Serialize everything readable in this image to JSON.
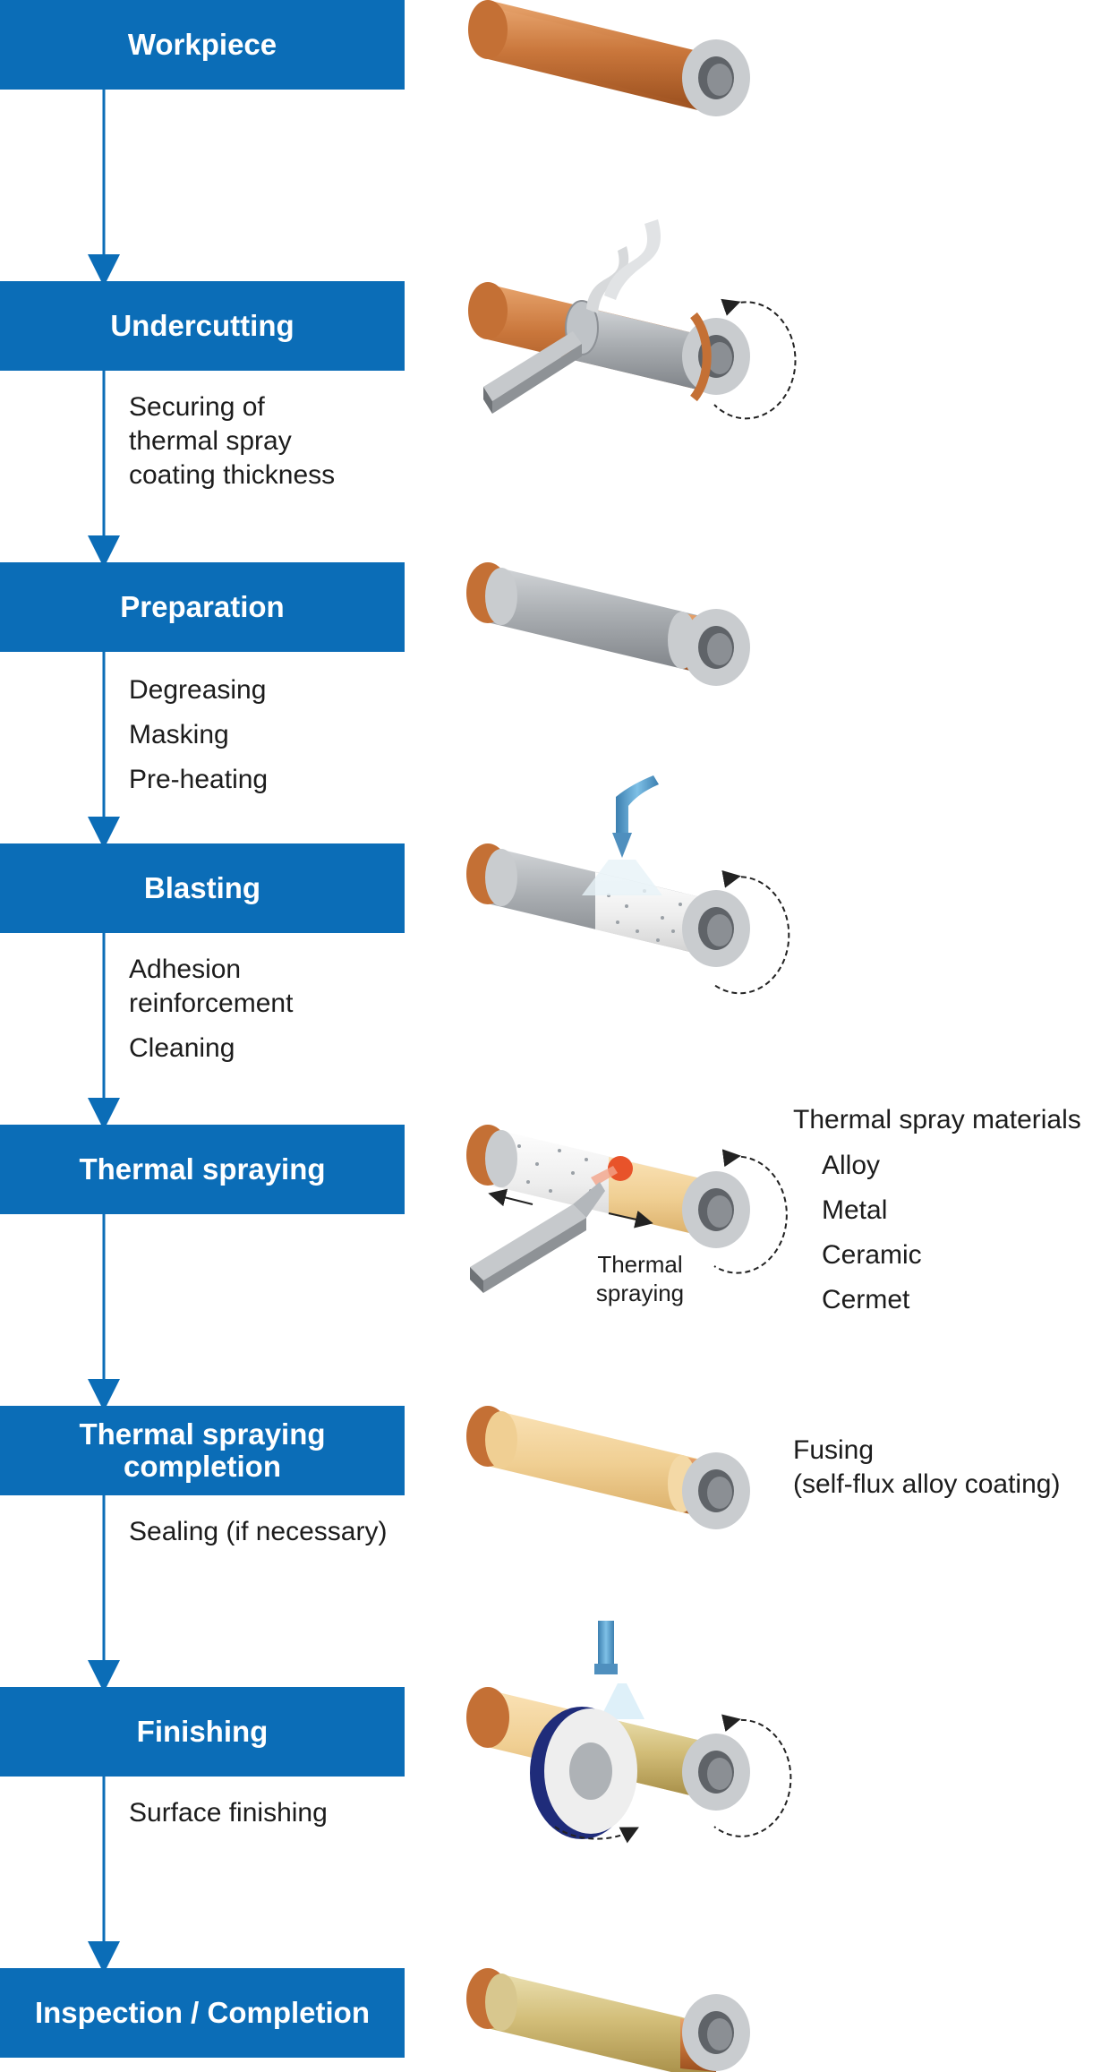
{
  "steps": [
    {
      "title": "Workpiece",
      "notes": []
    },
    {
      "title": "Undercutting",
      "notes": [
        "Securing of\nthermal spray\ncoating thickness"
      ]
    },
    {
      "title": "Preparation",
      "notes": [
        "Degreasing",
        "Masking",
        "Pre-heating"
      ]
    },
    {
      "title": "Blasting",
      "notes": [
        "Adhesion\nreinforcement",
        "Cleaning"
      ]
    },
    {
      "title": "Thermal spraying",
      "notes": []
    },
    {
      "title": "Thermal spraying\ncompletion",
      "notes": [
        "Sealing (if necessary)"
      ]
    },
    {
      "title": "Finishing",
      "notes": [
        "Surface finishing"
      ]
    },
    {
      "title": "Inspection / Completion",
      "notes": []
    }
  ],
  "thermal_spraying_label": "Thermal\nspraying",
  "materials": {
    "heading": "Thermal spray materials",
    "items": [
      "Alloy",
      "Metal",
      "Ceramic",
      "Cermet"
    ]
  },
  "fusing_note": "Fusing\n(self-flux alloy coating)",
  "colors": {
    "box": "#0b6db7",
    "copper": "#c9763b",
    "steel": "#a9adb1",
    "coating": "#f0cf93",
    "finished": "#c8ae66"
  }
}
